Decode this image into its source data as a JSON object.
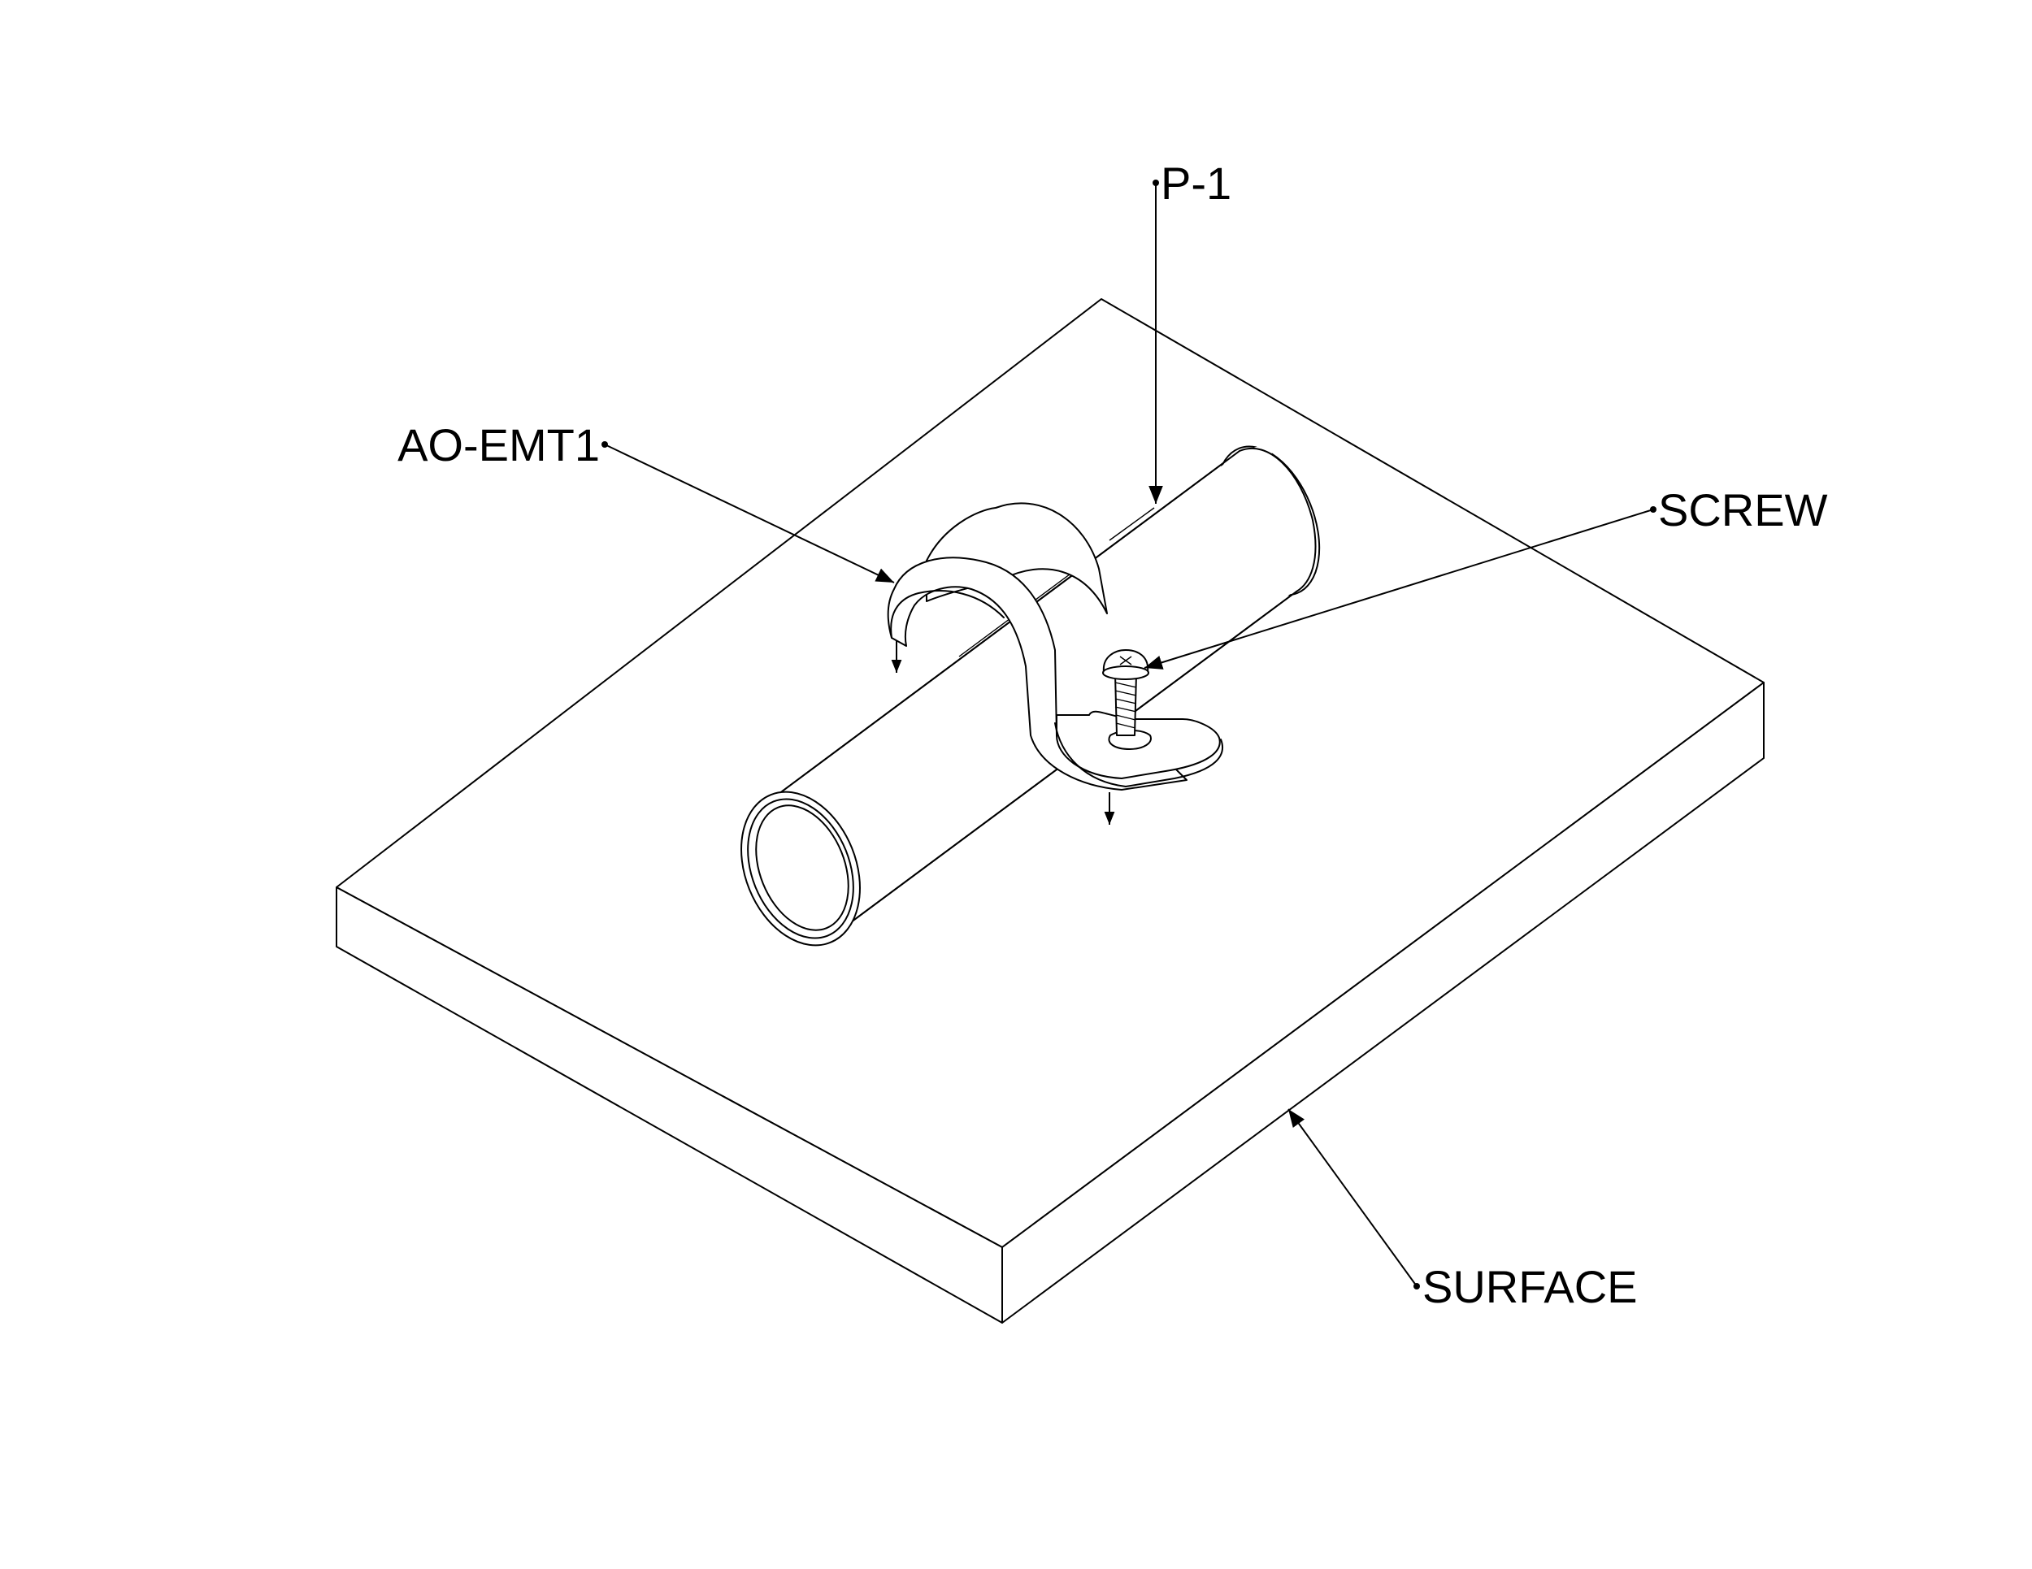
{
  "callouts": {
    "pipe": "P-1",
    "strap": "AO-EMT1",
    "screw": "SCREW",
    "surface": "SURFACE"
  },
  "colors": {
    "line": "#000000",
    "background": "#ffffff"
  }
}
